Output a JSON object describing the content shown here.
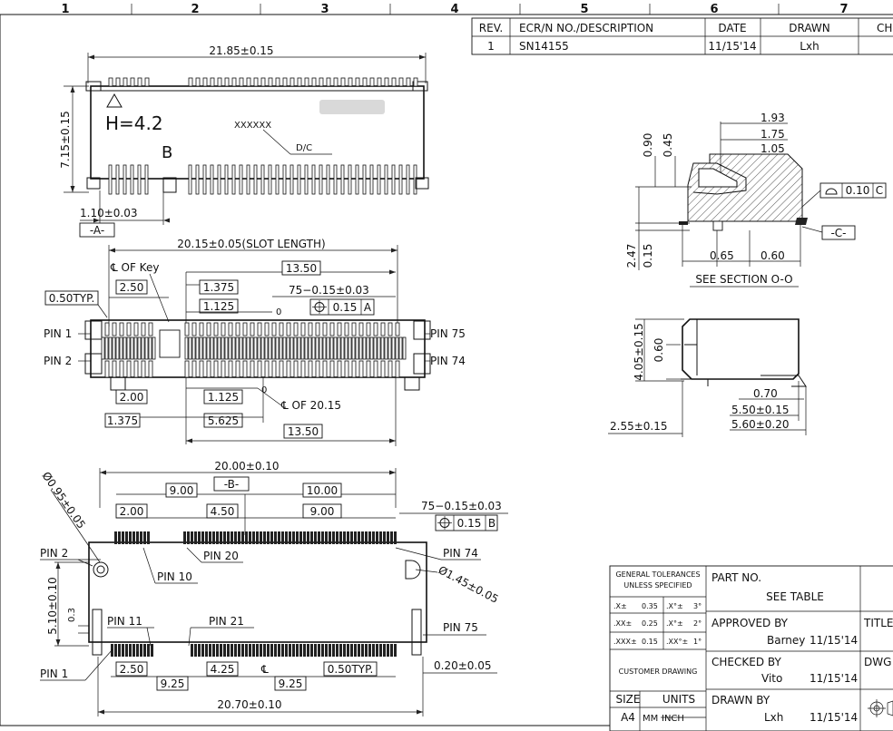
{
  "zones": [
    "1",
    "2",
    "3",
    "4",
    "5",
    "6",
    "7"
  ],
  "revision_table": {
    "headers": [
      "REV.",
      "ECR/N NO./DESCRIPTION",
      "DATE",
      "DRAWN",
      "CH"
    ],
    "row": [
      "1",
      "SN14155",
      "11/15'14",
      "Lxh"
    ]
  },
  "top_view": {
    "width_dim": "21.85±0.15",
    "height_dim": "7.15±0.15",
    "h_mark": "H=4.2",
    "b_mark": "B",
    "code": "XXXXXX",
    "dc_label": "D/C",
    "offset_dim": "1.10±0.03",
    "datum_a": "-A-"
  },
  "front_view": {
    "slot_length": "20.15±0.05(SLOT LENGTH)",
    "cl_key": "℄ OF Key",
    "d_1350_top": "13.50",
    "d_250": "2.50",
    "d_1375_top": "1.375",
    "d_1125_top": "1.125",
    "d_050typ": "0.50TYP.",
    "d_75": "75−0.15±0.03",
    "tol_value": "0.15",
    "tol_datum": "A",
    "zero_top": "0",
    "zero_bottom": "0",
    "pin1": "PIN 1",
    "pin2": "PIN 2",
    "pin75": "PIN 75",
    "pin74": "PIN 74",
    "d_200": "2.00",
    "d_1125_bot": "1.125",
    "cl_2015": "℄ OF 20.15",
    "d_1375_bot": "1.375",
    "d_5625": "5.625",
    "d_1350_bot": "13.50"
  },
  "bottom_view": {
    "width_dim": "20.00±0.10",
    "datum_b": "-B-",
    "d_900_a": "9.00",
    "d_1000": "10.00",
    "d_200": "2.00",
    "d_450": "4.50",
    "d_900_b": "9.00",
    "d_75": "75−0.15±0.03",
    "tol_value": "0.15",
    "tol_datum": "B",
    "hole_dia": "Ø0.95±0.05",
    "pin2": "PIN 2",
    "pin20": "PIN 20",
    "pin74": "PIN 74",
    "pin10": "PIN 10",
    "slot_dia": "Ø1.45±0.05",
    "d_510": "5.10±0.10",
    "d_03": "0.3",
    "pin11": "PIN 11",
    "pin21": "PIN 21",
    "pin75": "PIN 75",
    "pin1": "PIN 1",
    "d_250": "2.50",
    "d_425": "4.25",
    "cl": "℄",
    "d_050typ": "0.50TYP.",
    "d_020": "0.20±0.05",
    "d_925_a": "9.25",
    "d_925_b": "9.25",
    "overall": "20.70±0.10"
  },
  "section_view": {
    "d_193": "1.93",
    "d_175": "1.75",
    "d_105": "1.05",
    "d_090": "0.90",
    "d_045": "0.45",
    "flat_value": "0.10",
    "flat_datum": "C",
    "datum_c": "-C-",
    "d_247": "2.47",
    "d_015": "0.15",
    "d_065": "0.65",
    "d_060": "0.60",
    "caption": "SEE SECTION O-O"
  },
  "side_view": {
    "d_405": "4.05±0.15",
    "d_060": "0.60",
    "d_070": "0.70",
    "d_550": "5.50±0.15",
    "d_560": "5.60±0.20",
    "d_255": "2.55±0.15"
  },
  "title_block": {
    "tol_title": "GENERAL TOLERANCES",
    "tol_sub": "UNLESS SPECIFIED",
    "tol_rows": [
      [
        ".X±",
        "0.35",
        ".X°±",
        "3°"
      ],
      [
        ".XX±",
        "0.25",
        ".X°±",
        "2°"
      ],
      [
        ".XXX±",
        "0.15",
        ".XX°±",
        "1°"
      ]
    ],
    "part_no_label": "PART NO.",
    "part_no_value": "SEE TABLE",
    "approved_label": "APPROVED BY",
    "approved_name": "Barney",
    "approved_date": "11/15'14",
    "checked_label": "CHECKED BY",
    "checked_name": "Vito",
    "checked_date": "11/15'14",
    "drawn_label": "DRAWN BY",
    "drawn_name": "Lxh",
    "drawn_date": "11/15'14",
    "customer_drawing": "CUSTOMER DRAWING",
    "size_label": "SIZE",
    "size_value": "A4",
    "units_label": "UNITS",
    "units_mm": "MM",
    "units_inch": "INCH",
    "title_label": "TITLE",
    "dwg_label": "DWG"
  }
}
